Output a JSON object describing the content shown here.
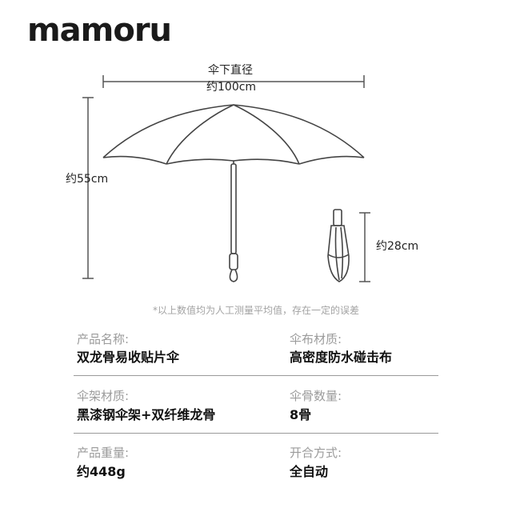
{
  "brand": {
    "logo_text": "mamoru"
  },
  "dimensions": {
    "open_diameter_label": "伞下直径",
    "open_diameter_value": "约100cm",
    "open_height": "约55cm",
    "folded_length": "约28cm"
  },
  "note": "*以上数值均为人工测量平均值，存在一定的误差",
  "specs": [
    {
      "label": "产品名称:",
      "value": "双龙骨易收贴片伞"
    },
    {
      "label": "伞布材质:",
      "value": "高密度防水碰击布"
    },
    {
      "label": "伞架材质:",
      "value": "黑漆钢伞架+双纤维龙骨"
    },
    {
      "label": "伞骨数量:",
      "value": "8骨"
    },
    {
      "label": "产品重量:",
      "value": "约448g"
    },
    {
      "label": "开合方式:",
      "value": "全自动"
    }
  ],
  "colors": {
    "line": "#555555",
    "label_gray": "#9b9b9b",
    "note_gray": "#a3a3a3"
  }
}
